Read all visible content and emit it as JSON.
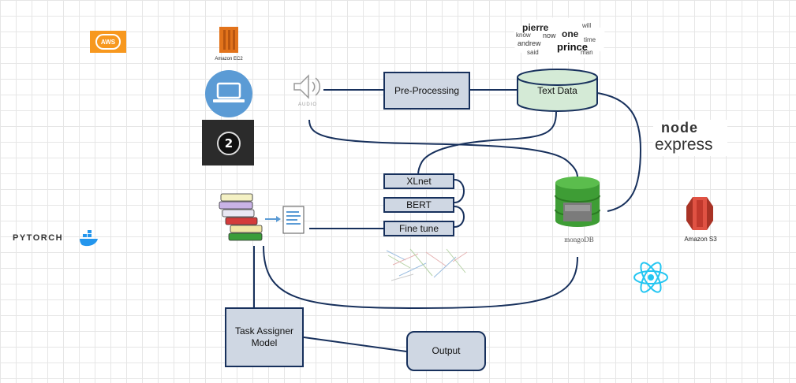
{
  "nodes": {
    "preprocessing": "Pre-Processing",
    "text_data": "Text Data",
    "xlnet": "XLnet",
    "bert": "BERT",
    "fine_tune": "Fine tune",
    "task_assigner": "Task Assigner\nModel",
    "output": "Output"
  },
  "logos": {
    "aws": "AWS",
    "amazon_ec2": "Amazon EC2",
    "audio": "AUDIO",
    "pytorch": "PYTORCH",
    "node": "node",
    "express": "express",
    "amazon_s3": "Amazon S3",
    "mongodb": "mongoDB"
  },
  "word_cloud": [
    "pierre",
    "one",
    "prince",
    "andrew",
    "will",
    "said",
    "time",
    "now",
    "know",
    "man"
  ],
  "colors": {
    "wire": "#17305c",
    "box_fill": "#cfd7e3",
    "db_fill": "#d4ead6",
    "aws_orange": "#f7981f",
    "ec2_orange": "#e2731b",
    "laptop_blue": "#5b9bd5",
    "mongo_green": "#3e9d35",
    "s3_red": "#e05243",
    "react_cyan": "#23c6f2",
    "node_green": "#7fbd42"
  }
}
